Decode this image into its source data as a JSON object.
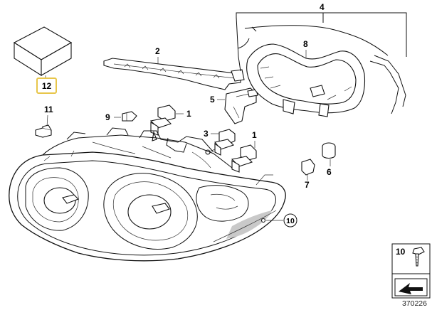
{
  "callouts": {
    "c1a": "1",
    "c1b": "1",
    "c2": "2",
    "c3": "3",
    "c4": "4",
    "c5": "5",
    "c6": "6",
    "c7": "7",
    "c8": "8",
    "c9": "9",
    "c10": "10",
    "c11": "11",
    "c12": "12"
  },
  "legend": {
    "number": "10"
  },
  "document_number": "370226",
  "colors": {
    "highlight": "#e8c64a",
    "line": "#111111",
    "shade": "#c9c9c9"
  }
}
